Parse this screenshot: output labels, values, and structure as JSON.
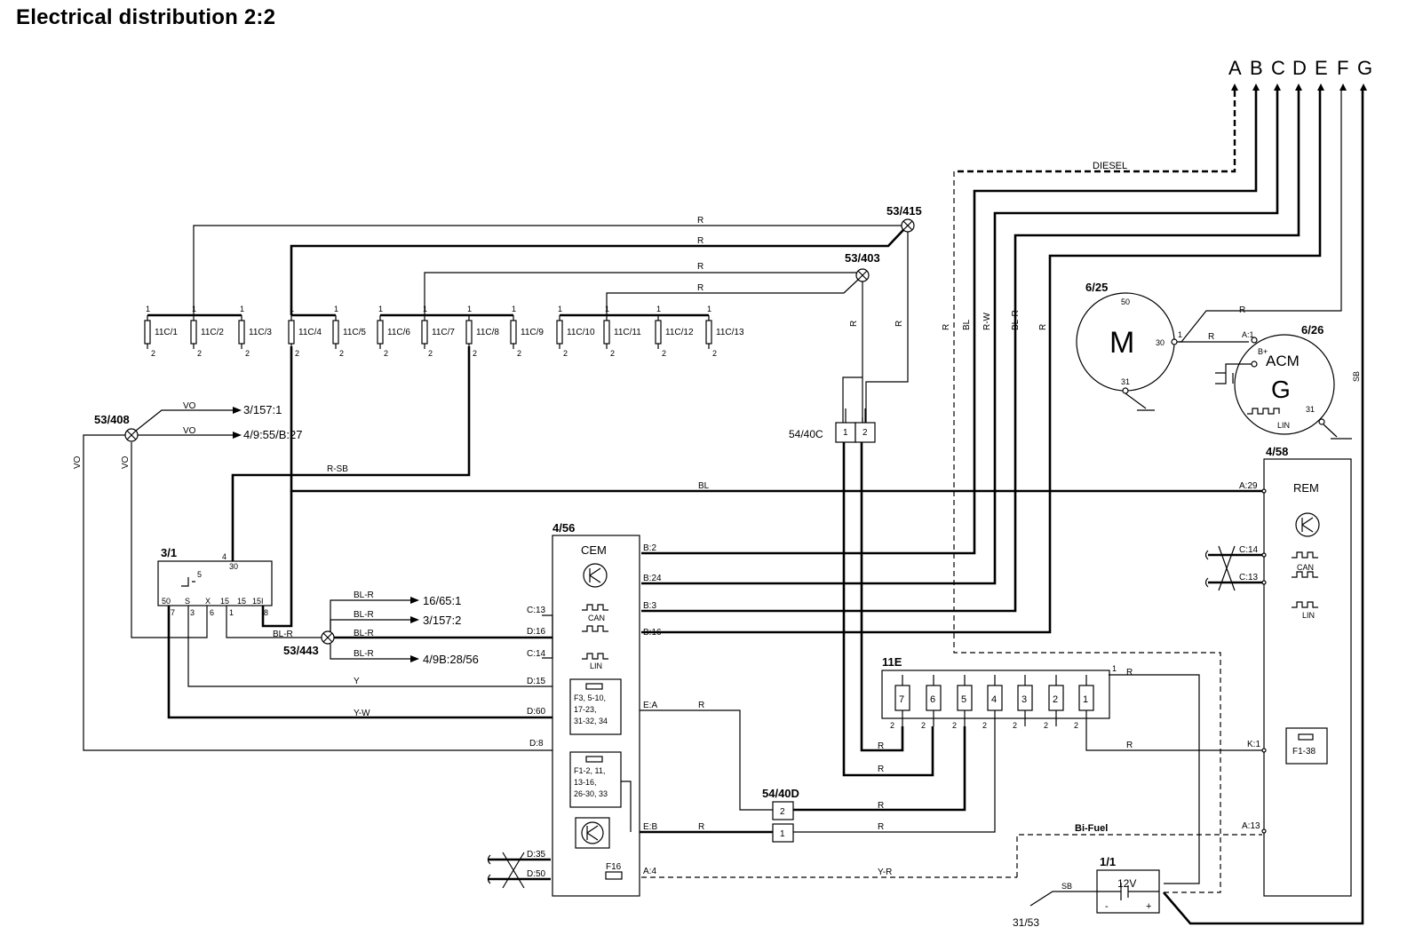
{
  "title": "Electrical distribution 2:2",
  "connectors": {
    "out_letters": [
      "A",
      "B",
      "C",
      "D",
      "E",
      "F",
      "G"
    ]
  },
  "components": {
    "fuses_11c": [
      "11C/1",
      "11C/2",
      "11C/3",
      "11C/4",
      "11C/5",
      "11C/6",
      "11C/7",
      "11C/8",
      "11C/9",
      "11C/10",
      "11C/11",
      "11C/12",
      "11C/13"
    ],
    "fuse_pin_top": "1",
    "fuse_pin_bottom": "2",
    "splice_53_415": "53/415",
    "splice_53_403": "53/403",
    "splice_53_408": "53/408",
    "splice_53_443": "53/443",
    "conn_54_40c": "54/40C",
    "conn_54_40d": "54/40D",
    "starter_id": "6/25",
    "starter_letter": "M",
    "starter_pin_50": "50",
    "starter_pin_30": "30",
    "starter_pin_31": "31",
    "alt_id": "6/26",
    "alt_name": "ACM",
    "alt_letter": "G",
    "alt_pin_bplus": "B+",
    "alt_pin_31": "31",
    "alt_lin": "LIN",
    "cem_id": "4/56",
    "cem_name": "CEM",
    "rem_id": "4/58",
    "rem_name": "REM",
    "ign_id": "3/1",
    "ign_pins": [
      "4",
      "30",
      "50",
      "S",
      "X",
      "15",
      "15",
      "15I",
      "7",
      "3",
      "6",
      "1",
      "8",
      "5"
    ],
    "fusebox_id": "11E",
    "fusebox_fuses": [
      "7",
      "6",
      "5",
      "4",
      "3",
      "2",
      "1"
    ],
    "battery_id": "1/1",
    "battery_voltage": "12V",
    "battery_minus": "-",
    "battery_plus": "+",
    "ground_ref": "31/53",
    "cem_fuse1": [
      "F3, 5-10,",
      "17-23,",
      "31-32, 34"
    ],
    "cem_fuse2": [
      "F1-2, 11,",
      "13-16,",
      "26-30, 33"
    ],
    "cem_f16": "F16",
    "rem_fuse": "F1-38",
    "can": "CAN",
    "lin": "LIN"
  },
  "destinations": {
    "d1": "3/157:1",
    "d2": "4/9:55/B:27",
    "d3": "16/65:1",
    "d4": "3/157:2",
    "d5": "4/9B:28/56"
  },
  "wires": {
    "R": "R",
    "VO": "VO",
    "BL": "BL",
    "BL_R": "BL-R",
    "R_W": "R-W",
    "R_SB": "R-SB",
    "Y": "Y",
    "Y_W": "Y-W",
    "Y_R": "Y-R",
    "SB": "SB",
    "diesel": "DIESEL",
    "bifuel": "Bi-Fuel"
  },
  "pins": {
    "cem_b2": "B:2",
    "cem_b24": "B:24",
    "cem_b3": "B:3",
    "cem_b16": "B:16",
    "cem_c13": "C:13",
    "cem_d16": "D:16",
    "cem_c14": "C:14",
    "cem_d15": "D:15",
    "cem_d60": "D:60",
    "cem_d8": "D:8",
    "cem_ea": "E:A",
    "cem_eb": "E:B",
    "cem_d35": "D:35",
    "cem_d50": "D:50",
    "cem_a4": "A:4",
    "rem_a29": "A:29",
    "rem_c14": "C:14",
    "rem_c13": "C:13",
    "rem_k1": "K:1",
    "rem_a13": "A:13",
    "alt_a1": "A:1",
    "p1": "1",
    "p2": "2"
  }
}
